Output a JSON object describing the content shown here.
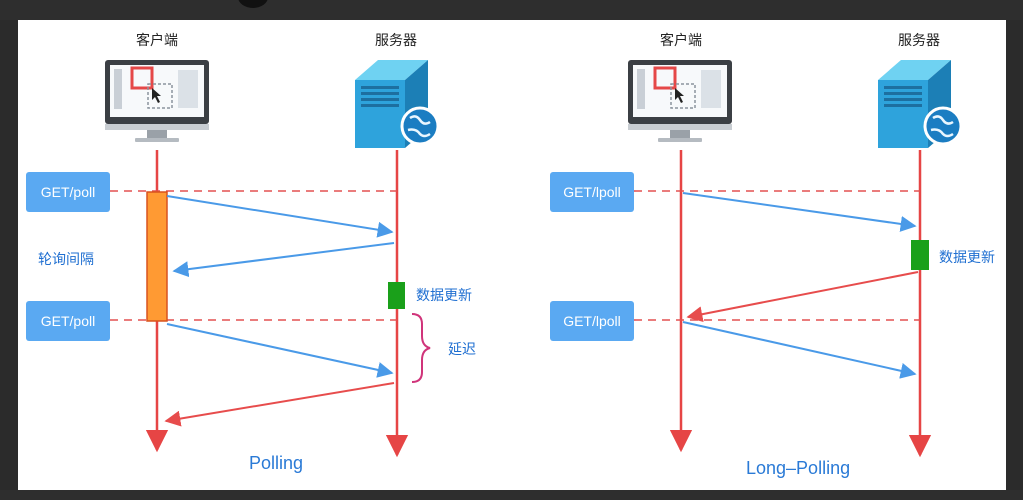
{
  "left": {
    "client_label": "客户端",
    "server_label": "服务器",
    "request_top": "GET/poll",
    "request_bottom": "GET/poll",
    "interval_label": "轮询间隔",
    "update_label": "数据更新",
    "delay_label": "延迟",
    "title": "Polling"
  },
  "right": {
    "client_label": "客户端",
    "server_label": "服务器",
    "request_top": "GET/lpoll",
    "request_bottom": "GET/lpoll",
    "update_label": "数据更新",
    "title": "Long–Polling"
  },
  "colors": {
    "request_blue": "#4a9ae8",
    "response_red": "#e74c4c",
    "timeline_red": "#e64545",
    "dashed_red": "#e35050",
    "interval_orange": "#ff9a33",
    "update_green": "#1aa01a",
    "brace_magenta": "#d0347a"
  }
}
